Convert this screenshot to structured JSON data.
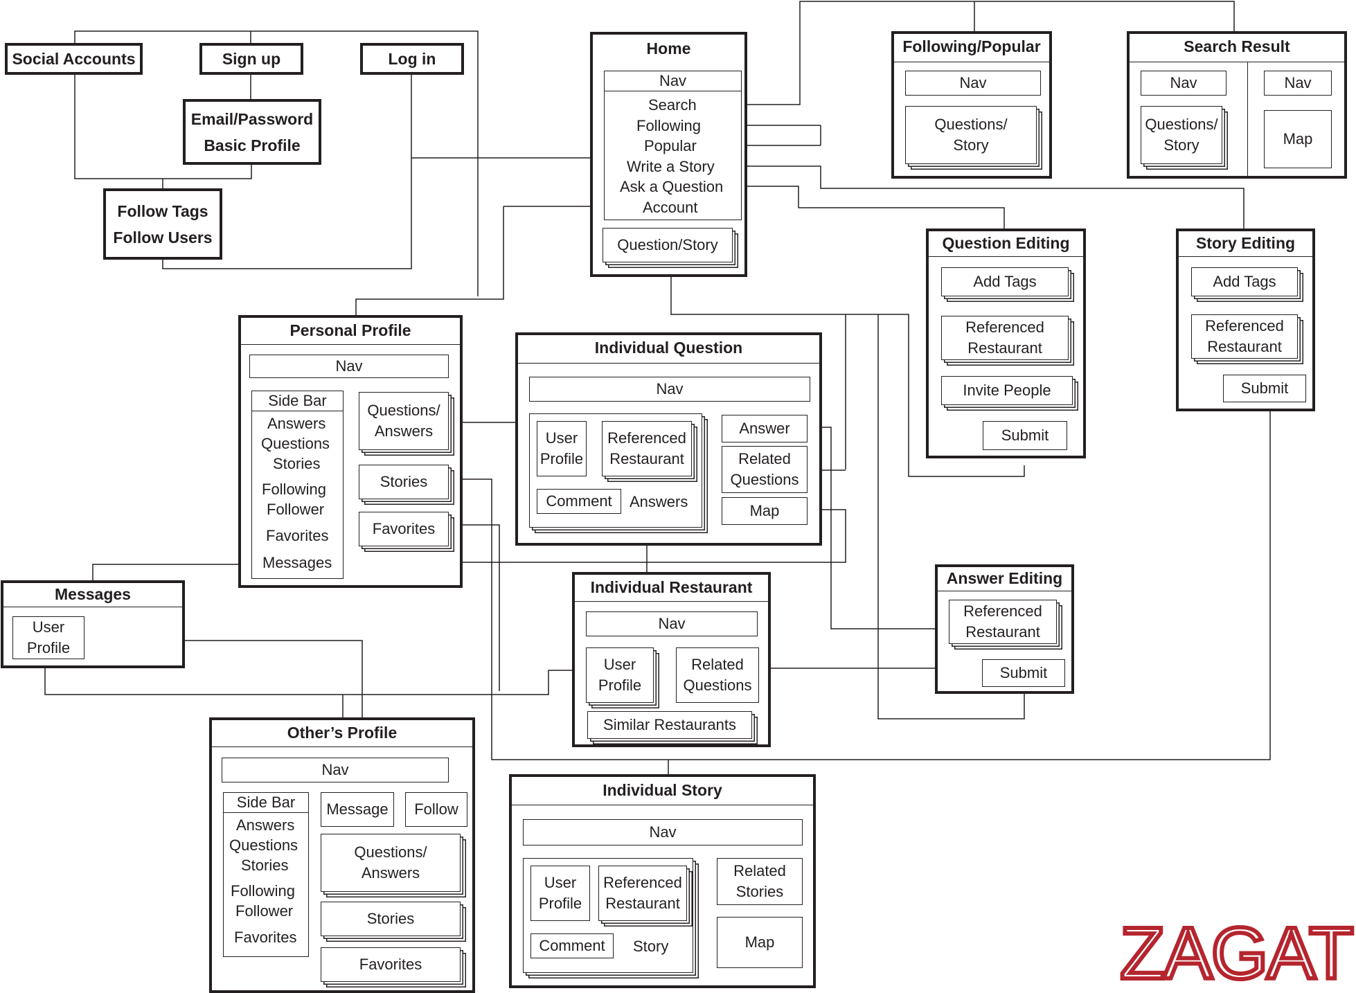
{
  "entry": {
    "social_accounts": "Social Accounts",
    "sign_up": "Sign up",
    "log_in": "Log in",
    "email_password": "Email/Password\nBasic Profile",
    "follow": "Follow Tags\nFollow Users"
  },
  "home": {
    "title": "Home",
    "nav": "Nav",
    "menu": [
      "Search",
      "Following",
      "Popular",
      "Write a Story",
      "Ask a Question",
      "Account"
    ],
    "question_story": "Question/Story"
  },
  "following_popular": {
    "title": "Following/Popular",
    "nav": "Nav",
    "questions_story": "Questions/\nStory"
  },
  "search_result": {
    "title": "Search Result",
    "nav_left": "Nav",
    "nav_right": "Nav",
    "questions_story": "Questions/\nStory",
    "map": "Map"
  },
  "question_editing": {
    "title": "Question Editing",
    "add_tags": "Add Tags",
    "referenced_restaurant": "Referenced\nRestaurant",
    "invite_people": "Invite People",
    "submit": "Submit"
  },
  "story_editing": {
    "title": "Story Editing",
    "add_tags": "Add Tags",
    "referenced_restaurant": "Referenced\nRestaurant",
    "submit": "Submit"
  },
  "personal_profile": {
    "title": "Personal Profile",
    "nav": "Nav",
    "sidebar_title": "Side Bar",
    "sidebar_items": [
      "Answers",
      "Questions",
      "Stories",
      "Following",
      "Follower",
      "Favorites",
      "Messages"
    ],
    "questions_answers": "Questions/\nAnswers",
    "stories": "Stories",
    "favorites": "Favorites"
  },
  "individual_question": {
    "title": "Individual Question",
    "nav": "Nav",
    "user_profile": "User\nProfile",
    "referenced_restaurant": "Referenced\nRestaurant",
    "comment": "Comment",
    "answers": "Answers",
    "answer": "Answer",
    "related_questions": "Related\nQuestions",
    "map": "Map"
  },
  "messages": {
    "title": "Messages",
    "user_profile": "User\nProfile"
  },
  "individual_restaurant": {
    "title": "Individual Restaurant",
    "nav": "Nav",
    "user_profile": "User\nProfile",
    "related_questions": "Related\nQuestions",
    "similar_restaurants": "Similar Restaurants"
  },
  "answer_editing": {
    "title": "Answer Editing",
    "referenced_restaurant": "Referenced\nRestaurant",
    "submit": "Submit"
  },
  "others_profile": {
    "title": "Other’s Profile",
    "nav": "Nav",
    "sidebar_title": "Side Bar",
    "sidebar_items": [
      "Answers",
      "Questions",
      "Stories",
      "Following",
      "Follower",
      "Favorites"
    ],
    "message": "Message",
    "follow": "Follow",
    "questions_answers": "Questions/\nAnswers",
    "stories": "Stories",
    "favorites": "Favorites"
  },
  "individual_story": {
    "title": "Individual Story",
    "nav": "Nav",
    "user_profile": "User\nProfile",
    "referenced_restaurant": "Referenced\nRestaurant",
    "comment": "Comment",
    "story": "Story",
    "related_stories": "Related\nStories",
    "map": "Map"
  },
  "logo": {
    "text": "ZAGAT",
    "color": "#b5252e"
  }
}
